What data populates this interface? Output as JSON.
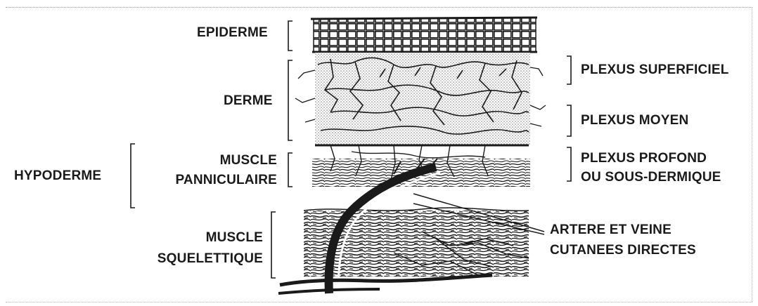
{
  "labels": {
    "epiderme": "EPIDERME",
    "derme": "DERME",
    "hypoderme": "HYPODERME",
    "muscle_panniculaire": [
      "MUSCLE",
      "PANNICULAIRE"
    ],
    "muscle_squelettique": [
      "MUSCLE",
      "SQUELETTIQUE"
    ],
    "plexus_superficiel": "PLEXUS SUPERFICIEL",
    "plexus_moyen": "PLEXUS MOYEN",
    "plexus_profond": [
      "PLEXUS PROFOND",
      "OU SOUS-DERMIQUE"
    ],
    "artere_veine": [
      "ARTERE ET VEINE",
      "CUTANEES DIRECTES"
    ]
  },
  "colors": {
    "ink": "#1a1a1a",
    "stipple": "#c9c9c9",
    "background": "#ffffff"
  }
}
